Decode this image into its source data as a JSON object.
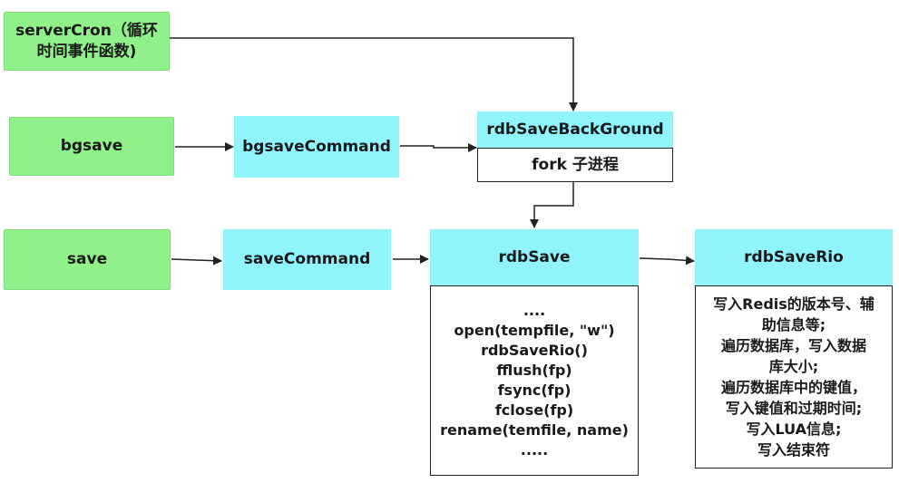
{
  "nodes": {
    "server_cron": [
      "serverCron（循环",
      "时间事件函数)"
    ],
    "bgsave": "bgsave",
    "bgsave_command": "bgsaveCommand",
    "rdb_save_background": "rdbSaveBackGround",
    "fork_child": "fork 子进程",
    "save": "save",
    "save_command": "saveCommand",
    "rdb_save": "rdbSave",
    "rdb_save_rio": "rdbSaveRio"
  },
  "rdb_save_steps": [
    "....",
    "open(tempfile, \"w\")",
    "rdbSaveRio()",
    "fflush(fp)",
    "fsync(fp)",
    "fclose(fp)",
    "rename(temfile, name)",
    "....."
  ],
  "rdb_save_rio_steps": [
    "写入Redis的版本号、辅",
    "助信息等;",
    "遍历数据库，写入数据",
    "库大小;",
    "遍历数据库中的键值，",
    "写入键值和过期时间;",
    "写入LUA信息;",
    "写入结束符"
  ],
  "colors": {
    "entry_green": "#90f08a",
    "function_cyan": "#8ff4fb",
    "arrow": "#222222"
  }
}
